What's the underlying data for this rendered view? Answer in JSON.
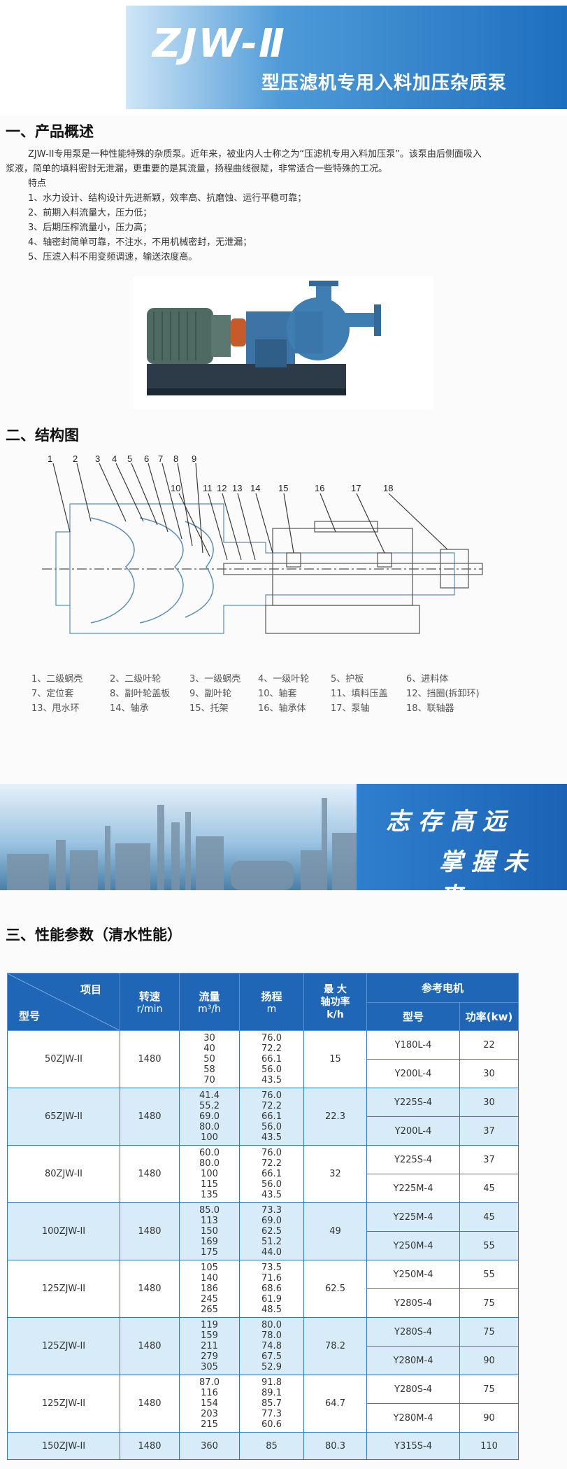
{
  "header": {
    "title": "ZJW-Ⅱ",
    "subtitle": "型压滤机专用入料加压杂质泵"
  },
  "overview": {
    "heading": "一、产品概述",
    "intro_line1": "ZJW-II专用泵是一种性能特殊的杂质泵。近年来，被业内人士称之为“压滤机专用入料加压泵”。该泵由后侧面吸入",
    "intro_line2": "浆液，简单的填料密封无泄漏，更重要的是其流量，扬程曲线很陡，非常适合一些特殊的工况。",
    "features_title": "特点",
    "features": [
      "1、水力设计、结构设计先进新颖，效率高、抗磨蚀、运行平稳可靠；",
      "2、前期入料流量大，压力低；",
      "3、后期压榨流量小，压力高；",
      "4、轴密封简单可靠，不注水，不用机械密封，无泄漏；",
      "5、压滤入料不用变频调速，输送浓度高。"
    ]
  },
  "structure": {
    "heading": "二、结构图",
    "callouts": [
      "1",
      "2",
      "3",
      "4",
      "5",
      "6",
      "7",
      "8",
      "9",
      "10",
      "11",
      "12",
      "13",
      "14",
      "15",
      "16",
      "17",
      "18"
    ],
    "legend": [
      [
        "1、二级蜗壳",
        "2、二级叶轮",
        "3、一级蜗壳",
        "4、一级叶轮",
        "5、护板",
        "6、进料体"
      ],
      [
        "7、定位套",
        "8、副叶轮盖板",
        "9、副叶轮",
        "10、轴套",
        "11、填料压盖",
        "12、挡圈(拆卸环)"
      ],
      [
        "13、甩水环",
        "14、轴承",
        "15、托架",
        "16、轴承体",
        "17、泵轴",
        "18、联轴器"
      ]
    ]
  },
  "banner": {
    "slogan1": "志存高远",
    "slogan2": "掌握未来"
  },
  "performance": {
    "heading": "三、性能参数（清水性能）",
    "headers": {
      "item": "项目",
      "model": "型号",
      "speed": "转速",
      "speed_unit": "r/min",
      "flow": "流量",
      "flow_unit": "m³/h",
      "head": "扬程",
      "head_unit": "m",
      "power": "最 大\n轴功率\nk/h",
      "motor": "参考电机",
      "motor_model": "型号",
      "motor_power": "功率(kw)"
    },
    "rows": [
      {
        "model": "50ZJW-II",
        "speed": "1480",
        "flow": "30\n40\n50\n58\n70",
        "head": "76.0\n72.2\n66.1\n56.0\n43.5",
        "power": "15",
        "motors": [
          [
            "Y180L-4",
            "22"
          ],
          [
            "Y200L-4",
            "30"
          ]
        ]
      },
      {
        "model": "65ZJW-II",
        "speed": "1480",
        "flow": "41.4\n55.2\n69.0\n80.0\n100",
        "head": "76.0\n72.2\n66.1\n56.0\n43.5",
        "power": "22.3",
        "motors": [
          [
            "Y225S-4",
            "30"
          ],
          [
            "Y200L-4",
            "37"
          ]
        ]
      },
      {
        "model": "80ZJW-II",
        "speed": "1480",
        "flow": "60.0\n80.0\n100\n115\n135",
        "head": "76.0\n72.2\n66.1\n56.0\n43.5",
        "power": "32",
        "motors": [
          [
            "Y225S-4",
            "37"
          ],
          [
            "Y225M-4",
            "45"
          ]
        ]
      },
      {
        "model": "100ZJW-II",
        "speed": "1480",
        "flow": "85.0\n113\n150\n169\n175",
        "head": "73.3\n69.0\n62.5\n51.2\n44.0",
        "power": "49",
        "motors": [
          [
            "Y225M-4",
            "45"
          ],
          [
            "Y250M-4",
            "55"
          ]
        ]
      },
      {
        "model": "125ZJW-II",
        "speed": "1480",
        "flow": "105\n140\n186\n245\n265",
        "head": "73.5\n71.6\n68.6\n61.9\n48.5",
        "power": "62.5",
        "motors": [
          [
            "Y250M-4",
            "55"
          ],
          [
            "Y280S-4",
            "75"
          ]
        ]
      },
      {
        "model": "125ZJW-II",
        "speed": "1480",
        "flow": "119\n159\n211\n279\n305",
        "head": "80.0\n78.0\n74.8\n67.5\n52.9",
        "power": "78.2",
        "motors": [
          [
            "Y280S-4",
            "75"
          ],
          [
            "Y280M-4",
            "90"
          ]
        ]
      },
      {
        "model": "125ZJW-II",
        "speed": "1480",
        "flow": "87.0\n116\n154\n203\n215",
        "head": "91.8\n89.1\n85.7\n77.3\n60.6",
        "power": "64.7",
        "motors": [
          [
            "Y280S-4",
            "75"
          ],
          [
            "Y280M-4",
            "90"
          ]
        ]
      },
      {
        "model": "150ZJW-II",
        "speed": "1480",
        "flow": "360",
        "head": "85",
        "power": "80.3",
        "motors": [
          [
            "Y315S-4",
            "110"
          ]
        ]
      }
    ]
  }
}
